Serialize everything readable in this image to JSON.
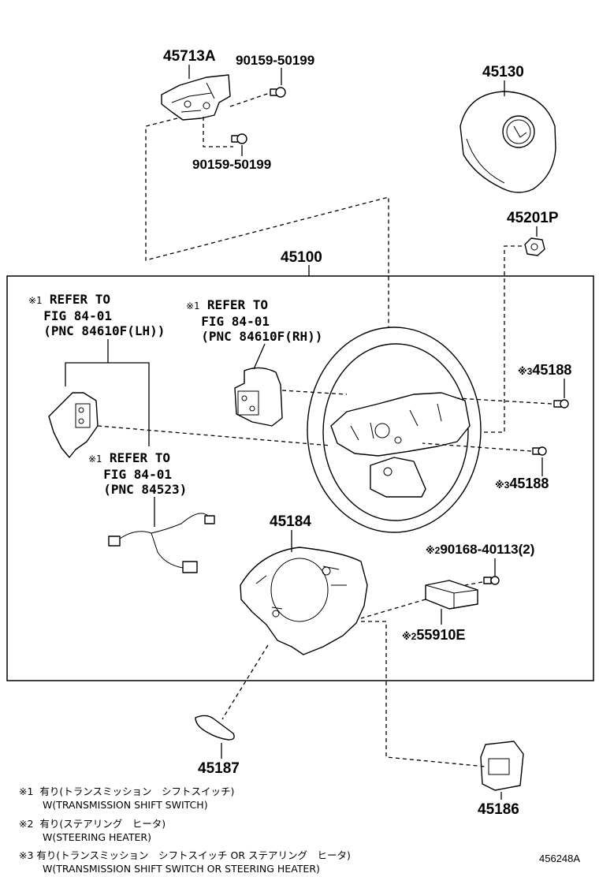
{
  "parts": {
    "p45713A": "45713A",
    "p90159_top": "90159-50199",
    "p90159_bottom": "90159-50199",
    "p45130": "45130",
    "p45201P": "45201P",
    "p45100": "45100",
    "p45188_top": "45188",
    "p45188_bottom": "45188",
    "p45184": "45184",
    "p90168": "90168-40113(2)",
    "p55910E": "55910E",
    "p45187": "45187",
    "p45186": "45186"
  },
  "marks": {
    "m1": "※1",
    "m2": "※2",
    "m3": "※3"
  },
  "refs": {
    "lh": {
      "line1": "REFER TO",
      "line2": "FIG 84-01",
      "line3": "(PNC 84610F(LH))"
    },
    "rh": {
      "line1": "REFER TO",
      "line2": "FIG 84-01",
      "line3": "(PNC 84610F(RH))"
    },
    "sw": {
      "line1": "REFER TO",
      "line2": "FIG 84-01",
      "line3": "(PNC 84523)"
    }
  },
  "notes": [
    {
      "mark": "※1",
      "jp": "有り(トランスミッション　シフトスイッチ)",
      "en": "W(TRANSMISSION SHIFT SWITCH)"
    },
    {
      "mark": "※2",
      "jp": "有り(ステアリング　ヒータ)",
      "en": "W(STEERING HEATER)"
    },
    {
      "mark": "※3",
      "jp": "有り(トランスミッション　シフトスイッチ OR ステアリング　ヒータ)",
      "en": "W(TRANSMISSION SHIFT SWITCH OR STEERING HEATER)"
    }
  ],
  "diagram_id": "456248A"
}
